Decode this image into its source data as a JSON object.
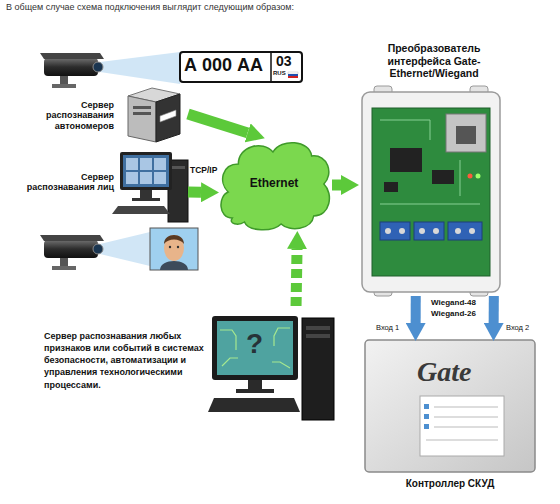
{
  "diagram": {
    "title": "В общем случае схема подключения выглядит следующим образом:",
    "nodes": [
      {
        "text": [
          "Сервер распознавания автономеров"
        ]
      },
      {
        "text": [
          "Сервер распознавания лиц"
        ]
      },
      {
        "text": [
          "Ethernet"
        ]
      },
      {
        "text": [
          "Преобразователь интерфейса Gate-Ethernet/Wiegand"
        ]
      },
      {
        "text": [
          "Сервер распознавания любых признаков или событий в системах безопасности, автоматизации и управления технологическими процессами."
        ]
      },
      {
        "text": [
          "Gate",
          "Контроллер СКУД"
        ]
      }
    ],
    "edges": [
      {
        "from": 0,
        "to": 2,
        "arrow": "to"
      },
      {
        "from": 1,
        "to": 2,
        "arrow": "to"
      },
      {
        "from": 4,
        "to": 2,
        "arrow": "to"
      },
      {
        "from": 2,
        "to": 3,
        "arrow": "to"
      },
      {
        "from": 3,
        "to": 5,
        "arrow": "to"
      },
      {
        "from": 3,
        "to": 5,
        "arrow": "to"
      }
    ],
    "labels": [
      "А 000 АА",
      "03",
      "RUS",
      "TCP/IP",
      "?",
      "Wiegand-48",
      "Wiegand-26",
      "Вход 1",
      "Вход 2"
    ]
  }
}
